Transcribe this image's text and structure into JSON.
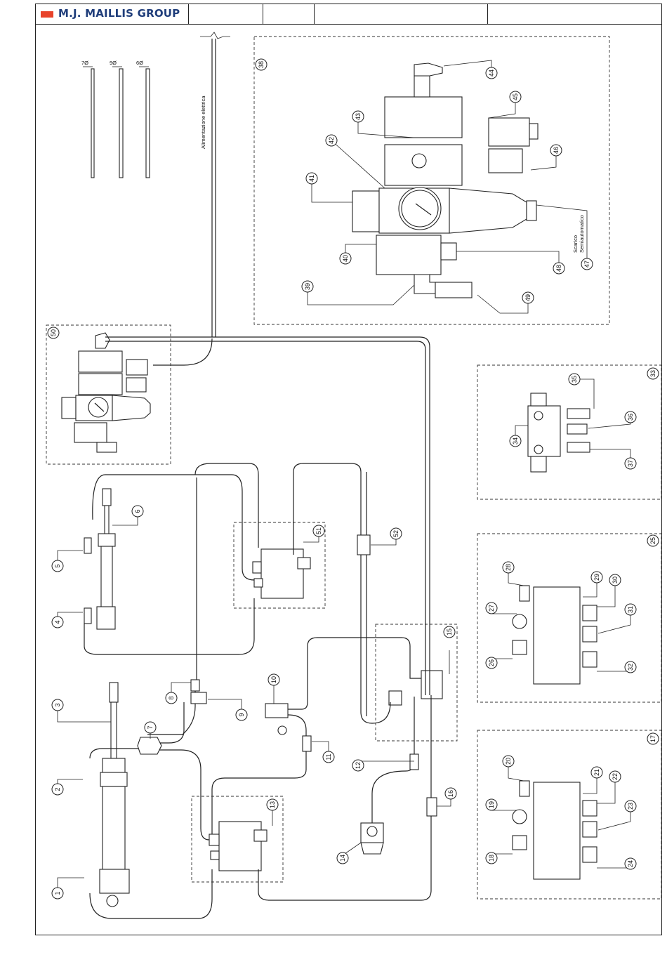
{
  "header": {
    "brand": "M.J. MAILLIS GROUP",
    "logo_color": "#e8432b",
    "brand_color": "#1f3d7a"
  },
  "diagram": {
    "labels": {
      "power": "Alimentazione elettrica",
      "drain_1": "Scarico",
      "drain_2": "Semiautomatico",
      "dia_7": "7Ø",
      "dia_9": "9Ø",
      "dia_6": "6Ø"
    },
    "callouts": [
      "1",
      "2",
      "3",
      "4",
      "5",
      "6",
      "7",
      "8",
      "9",
      "10",
      "11",
      "12",
      "13",
      "14",
      "15",
      "16",
      "17",
      "18",
      "19",
      "20",
      "21",
      "22",
      "23",
      "24",
      "25",
      "26",
      "27",
      "28",
      "29",
      "30",
      "31",
      "32",
      "33",
      "34",
      "35",
      "36",
      "37",
      "38",
      "39",
      "40",
      "41",
      "42",
      "43",
      "44",
      "45",
      "46",
      "47",
      "48",
      "49",
      "50",
      "51",
      "52"
    ]
  }
}
